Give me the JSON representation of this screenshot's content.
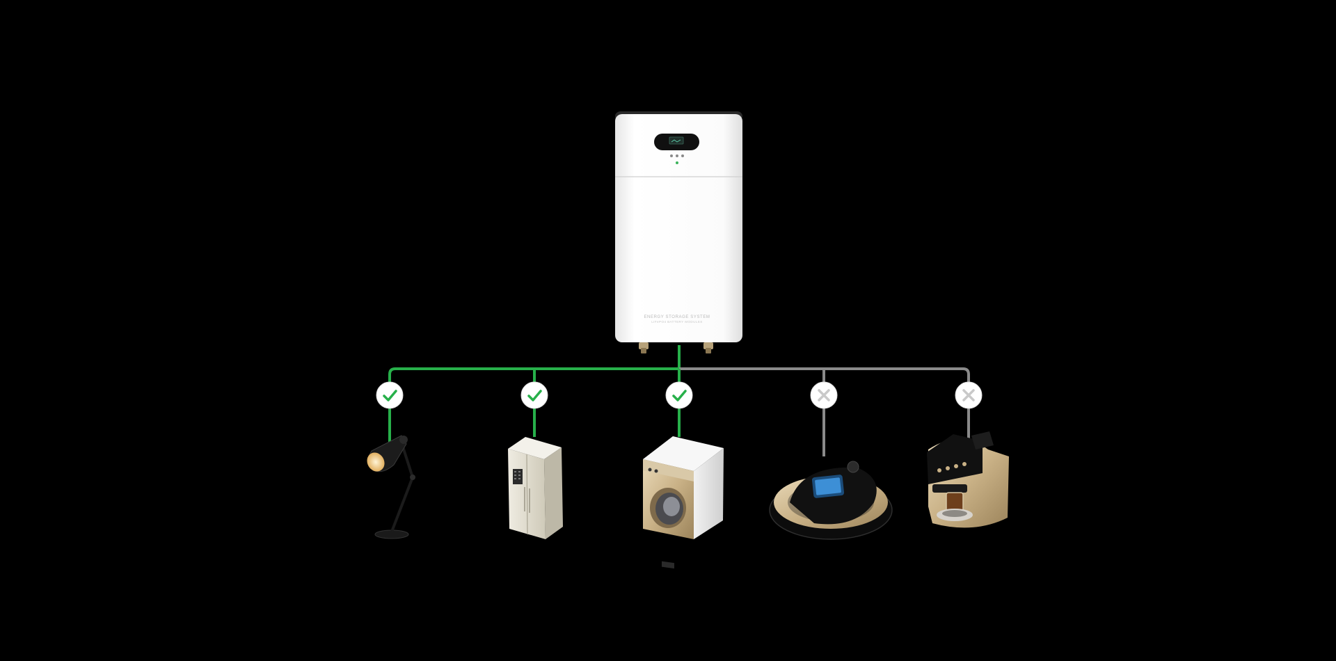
{
  "colors": {
    "background": "#000000",
    "active_line": "#27b04a",
    "inactive_line": "#8a8a8a",
    "check": "#27b04a",
    "cross": "#c9c9c9",
    "badge_fill": "#ffffff"
  },
  "battery": {
    "icon": "energy-storage-battery-icon",
    "label": "ENERGY STORAGE SYSTEM",
    "sublabel": "LIFePO4 BATTERY MODULES"
  },
  "appliances": [
    {
      "name": "desk-lamp",
      "icon": "desk-lamp-icon",
      "powered": true
    },
    {
      "name": "refrigerator",
      "icon": "refrigerator-icon",
      "powered": true
    },
    {
      "name": "washing-machine",
      "icon": "washing-machine-icon",
      "powered": true
    },
    {
      "name": "robot-vacuum",
      "icon": "robot-vacuum-icon",
      "powered": false
    },
    {
      "name": "coffee-machine",
      "icon": "coffee-machine-icon",
      "powered": false
    }
  ]
}
